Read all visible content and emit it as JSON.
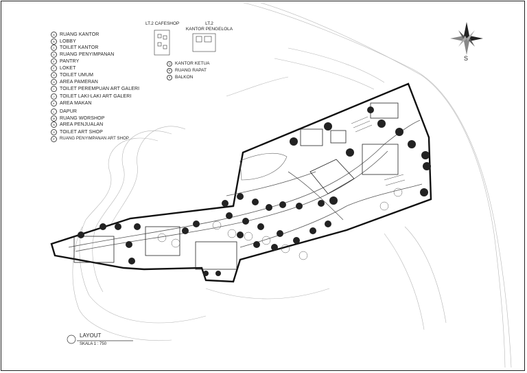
{
  "legend": [
    {
      "code": "A",
      "label": "RUANG KANTOR"
    },
    {
      "code": "B",
      "label": "LOBBY"
    },
    {
      "code": "C",
      "label": "TOILET KANTOR"
    },
    {
      "code": "D",
      "label": "RUANG PENYIMPANAN"
    },
    {
      "code": "E",
      "label": "PANTRY"
    },
    {
      "code": "F",
      "label": "LOKET"
    },
    {
      "code": "G",
      "label": "TOILET UMUM"
    },
    {
      "code": "H",
      "label": "AREA PAMERAN"
    },
    {
      "code": "I",
      "label": "TOILET PEREMPUAN ART GALERI"
    },
    {
      "code": "J",
      "label": "TOILET LAKI-LAKI ART GALERI"
    },
    {
      "code": "K",
      "label": "AREA MAKAN"
    },
    {
      "code": "L",
      "label": "DAPUR"
    },
    {
      "code": "M",
      "label": "RUANG WORSHOP"
    },
    {
      "code": "N",
      "label": "AREA PENJUALAN"
    },
    {
      "code": "O",
      "label": "TOILET ART SHOP"
    },
    {
      "code": "P",
      "label": "RUANG PENYIMPANAN ART SHOP"
    }
  ],
  "insets": {
    "cafeshop_title": "LT.2 CAFESHOP",
    "kantor_title_line1": "LT.2",
    "kantor_title_line2": "KANTOR PENGELOLA"
  },
  "secondary_legend": [
    {
      "code": "Q",
      "label": "KANTOR KETUA"
    },
    {
      "code": "R",
      "label": "RUANG RAPAT"
    },
    {
      "code": "S",
      "label": "BALKON"
    }
  ],
  "compass": {
    "label": "S"
  },
  "layout": {
    "title": "LAYOUT",
    "scale": "SKALA 1 : 750"
  }
}
